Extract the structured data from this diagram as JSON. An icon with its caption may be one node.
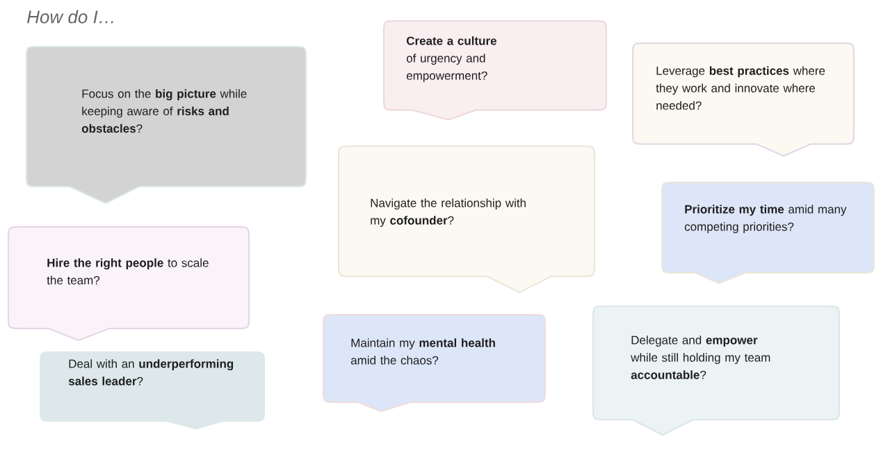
{
  "diagram": {
    "title": "How do I…",
    "nodes": [
      {
        "text": [
          "Focus on the **big picture** while keeping aware of **risks and obstacles**?"
        ]
      },
      {
        "text": [
          "**Create a culture** of urgency and empowerment?"
        ]
      },
      {
        "text": [
          "Leverage **best practices** where they work and innovate where needed?"
        ]
      },
      {
        "text": [
          "Navigate the relationship with my **cofounder**?"
        ]
      },
      {
        "text": [
          "**Prioritize my time** amid many competing priorities?"
        ]
      },
      {
        "text": [
          "**Hire the right people** to scale the team?"
        ]
      },
      {
        "text": [
          "Deal with an **underperforming sales leader**?"
        ]
      },
      {
        "text": [
          "Maintain my **mental health** amid the chaos?"
        ]
      },
      {
        "text": [
          "Delegate and **empower** while still holding my team **accountable**?"
        ]
      }
    ]
  }
}
